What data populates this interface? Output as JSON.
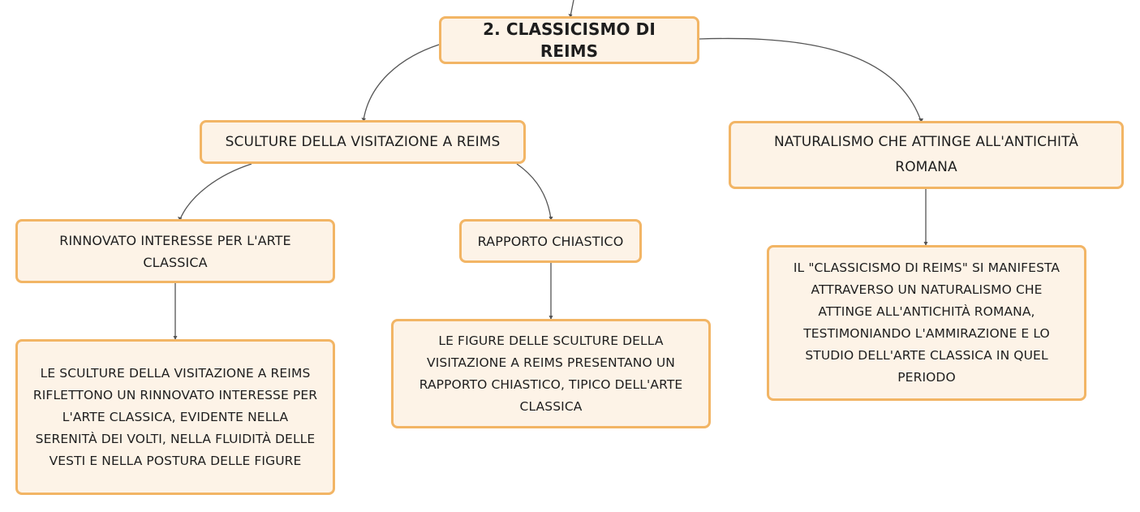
{
  "map": {
    "root": "2. CLASSICISMO DI REIMS",
    "branch_left": {
      "title": "SCULTURE DELLA VISITAZIONE A REIMS",
      "sub_a": {
        "title": "RINNOVATO INTERESSE PER L'ARTE CLASSICA",
        "detail": "LE SCULTURE DELLA VISITAZIONE A REIMS RIFLETTONO UN RINNOVATO INTERESSE PER L'ARTE CLASSICA, EVIDENTE NELLA SERENITÀ DEI VOLTI, NELLA FLUIDITÀ DELLE VESTI E NELLA POSTURA DELLE FIGURE"
      },
      "sub_b": {
        "title": "RAPPORTO CHIASTICO",
        "detail": "LE FIGURE DELLE SCULTURE DELLA VISITAZIONE A REIMS PRESENTANO UN RAPPORTO CHIASTICO, TIPICO DELL'ARTE CLASSICA"
      }
    },
    "branch_right": {
      "title": "NATURALISMO CHE ATTINGE ALL'ANTICHITÀ ROMANA",
      "detail": "IL \"CLASSICISMO DI REIMS\" SI MANIFESTA ATTRAVERSO UN NATURALISMO CHE ATTINGE ALL'ANTICHITÀ ROMANA, TESTIMONIANDO L'AMMIRAZIONE E LO STUDIO DELL'ARTE CLASSICA IN QUEL PERIODO"
    }
  },
  "colors": {
    "node_fill": "#fdf3e7",
    "node_border": "#f2b565",
    "connector": "#555555",
    "text": "#1e1e1e"
  }
}
